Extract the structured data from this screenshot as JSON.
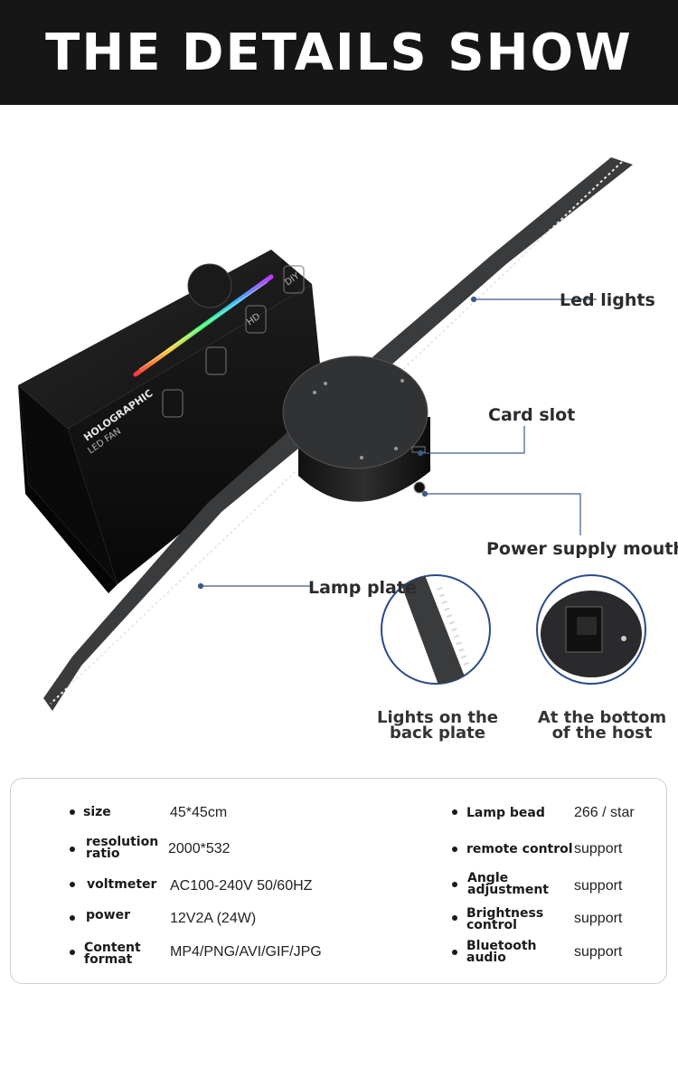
{
  "banner": {
    "title": "THE DETAILS SHOW"
  },
  "box": {
    "brand_line1": "HOLOGRAPHIC",
    "brand_line2": "LED FAN",
    "big_text": "HOLOGRAPHIC LED FAN",
    "icon_hd": "HD",
    "icon_diy": "DIY"
  },
  "callouts": {
    "led_lights": "Led lights",
    "card_slot": "Card slot",
    "power_supply": "Power supply mouth",
    "lamp_plate": "Lamp plate"
  },
  "details": {
    "left_caption_line1": "Lights on the",
    "left_caption_line2": "back plate",
    "right_caption_line1": "At the bottom",
    "right_caption_line2": "of the host"
  },
  "specs": {
    "left": [
      {
        "label_line1": "size",
        "label_line2": "",
        "value": "45*45cm"
      },
      {
        "label_line1": "resolution",
        "label_line2": "ratio",
        "value": "2000*532"
      },
      {
        "label_line1": "voltmeter",
        "label_line2": "",
        "value": "AC100-240V 50/60HZ"
      },
      {
        "label_line1": "power",
        "label_line2": "",
        "value": "12V2A (24W)"
      },
      {
        "label_line1": "Content",
        "label_line2": "format",
        "value": "MP4/PNG/AVI/GIF/JPG"
      }
    ],
    "right": [
      {
        "label_line1": "Lamp bead",
        "label_line2": "",
        "value": "266 / star"
      },
      {
        "label_line1": "remote control",
        "label_line2": "",
        "value": "support"
      },
      {
        "label_line1": "Angle",
        "label_line2": "adjustment",
        "value": "support"
      },
      {
        "label_line1": "Brightness",
        "label_line2": "control",
        "value": "support"
      },
      {
        "label_line1": "Bluetooth",
        "label_line2": "audio",
        "value": "support"
      }
    ]
  },
  "colors": {
    "banner_bg": "#161616",
    "callout_line": "#3d5a8a",
    "device": "#3a3b3d"
  }
}
